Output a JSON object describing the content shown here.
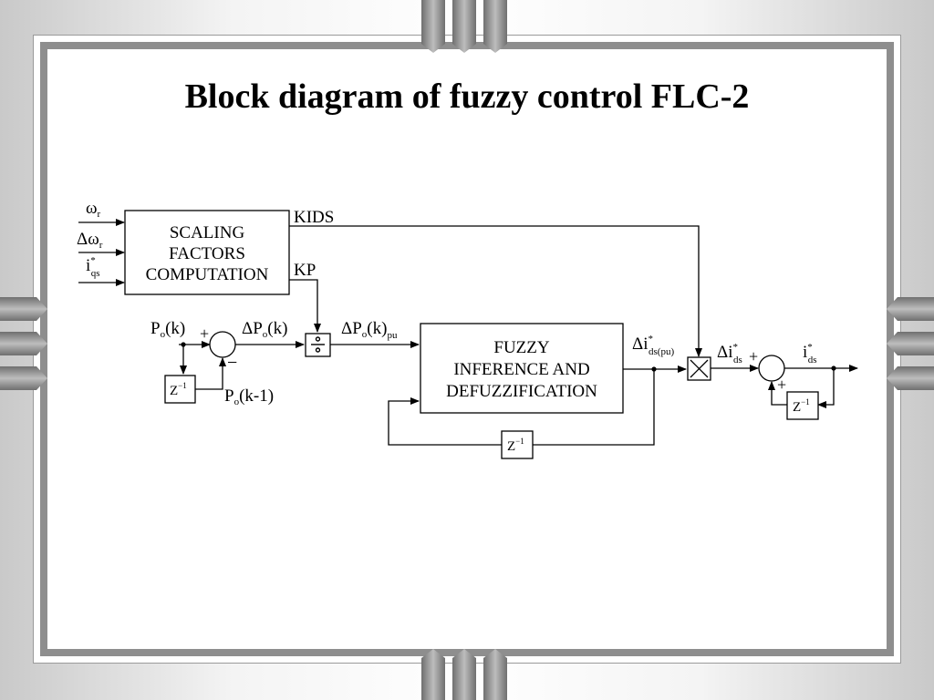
{
  "slide": {
    "title": "Block diagram of fuzzy control FLC-2"
  },
  "diagram": {
    "inputs": {
      "omega_r": {
        "base": "ω",
        "sub": "r"
      },
      "delta_omega_r": {
        "base": "Δω",
        "sub": "r"
      },
      "i_qs": {
        "base": "i",
        "sup": "*",
        "sub": "qs"
      }
    },
    "scaling_block": {
      "lines": [
        "SCALING",
        "FACTORS",
        "COMPUTATION"
      ]
    },
    "fuzzy_block": {
      "lines": [
        "FUZZY",
        "INFERENCE AND",
        "DEFUZZIFICATION"
      ]
    },
    "signals": {
      "kids": "KIDS",
      "kp": "KP",
      "po_k": {
        "base": "P",
        "sub": "o",
        "tail": "(k)"
      },
      "po_k_minus_1": {
        "base": "P",
        "sub": "o",
        "tail": "(k-1)"
      },
      "delta_po_k": {
        "base": "ΔP",
        "sub": "o",
        "tail": "(k)"
      },
      "delta_po_k_pu": {
        "base": "ΔP",
        "sub": "o",
        "tail": "(k)",
        "sub2": "pu"
      },
      "delta_ids_pu": {
        "base": "Δi",
        "sup": "*",
        "sub": "ds(pu)"
      },
      "delta_ids": {
        "base": "Δi",
        "sup": "*",
        "sub": "ds"
      },
      "ids": {
        "base": "i",
        "sup": "*",
        "sub": "ds"
      }
    },
    "delays": {
      "z": "Z",
      "exp": "−1"
    },
    "signs": {
      "plus": "+",
      "minus": "−"
    }
  }
}
